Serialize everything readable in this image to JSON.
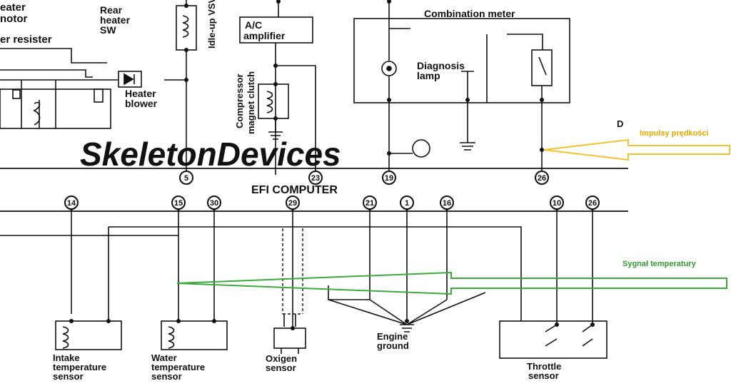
{
  "labels": {
    "heater_motor_1": "eater",
    "heater_motor_2": "notor",
    "heater_resister": "er  resister",
    "rear_heater_1": "Rear",
    "rear_heater_2": "heater",
    "rear_heater_3": "SW",
    "idle_up_vsv": "Idle-up VSV",
    "ac_amplifier_1": "A/C",
    "ac_amplifier_2": "amplifier",
    "heater_blower_1": "Heater",
    "heater_blower_2": "blower",
    "compressor_1": "Compressor",
    "compressor_2": "magnet clutch",
    "combination_meter": "Combination meter",
    "diagnosis_lamp_1": "Diagnosis",
    "diagnosis_lamp_2": "lamp",
    "d_marker": "D",
    "efi_computer": "EFI COMPUTER",
    "intake_sensor_1": "Intake",
    "intake_sensor_2": "temperature",
    "intake_sensor_3": "sensor",
    "water_sensor_1": "Water",
    "water_sensor_2": "temperature",
    "water_sensor_3": "sensor",
    "oxigen_sensor_1": "Oxigen",
    "oxigen_sensor_2": "sensor",
    "engine_ground_1": "Engine",
    "engine_ground_2": "ground",
    "throttle_sensor_1": "Throttle",
    "throttle_sensor_2": "sensor"
  },
  "pins": {
    "top": [
      "5",
      "23",
      "19",
      "26"
    ],
    "bottom": [
      "14",
      "15",
      "30",
      "29",
      "21",
      "1",
      "16",
      "10",
      "26"
    ]
  },
  "watermark": "SkeletonDevices",
  "annotations": {
    "speed_pulses": "Impulsy prędkości",
    "temperature_signal": "Sygnał temperatury"
  },
  "colors": {
    "ink": "#111111",
    "speed_arrow": "#f2c230",
    "speed_text": "#e8a800",
    "temp_arrow": "#3aab3a",
    "temp_text": "#2e9e2e"
  }
}
